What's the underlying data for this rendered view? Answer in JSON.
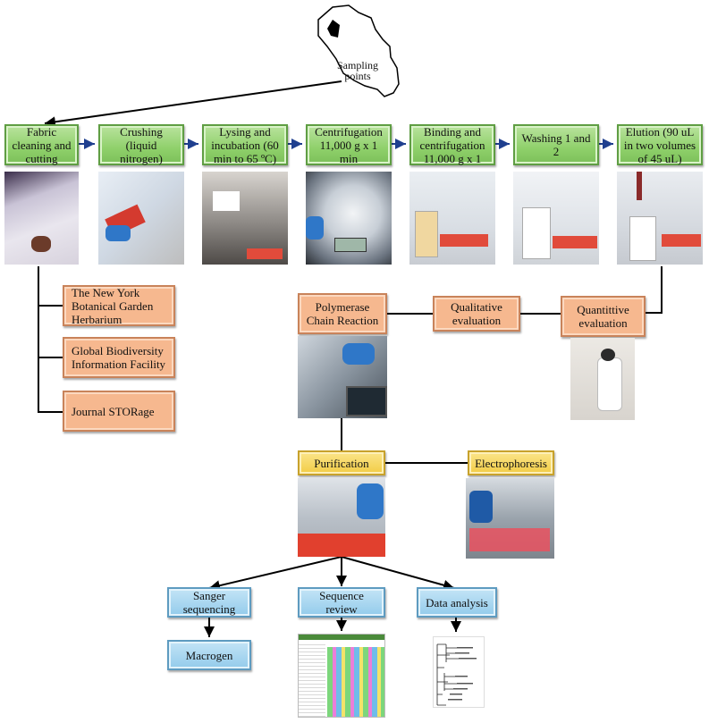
{
  "map": {
    "label": "Sampling points"
  },
  "steps": [
    {
      "label": "Fabric cleaning and cutting"
    },
    {
      "label": "Crushing (liquid nitrogen)"
    },
    {
      "label": "Lysing and incubation (60 min  to 65 ºC)"
    },
    {
      "label": "Centrifugation 11,000  g x 1 min"
    },
    {
      "label": "Binding and centrifugation 11,000  g x 1"
    },
    {
      "label": "Washing 1 and 2"
    },
    {
      "label": "Elution  (90 uL in two volumes of 45 uL)"
    }
  ],
  "repositories": [
    {
      "label": "The New York Botanical Garden Herbarium"
    },
    {
      "label": "Global Biodiversity Information Facility"
    },
    {
      "label": "Journal STORage"
    }
  ],
  "pcr": {
    "label": "Polymerase Chain Reaction"
  },
  "qualitative": {
    "label": "Qualitative evaluation"
  },
  "quantitative": {
    "label": "Quantittive evaluation"
  },
  "purification": {
    "label": "Purification"
  },
  "electrophoresis": {
    "label": "Electrophoresis"
  },
  "sanger": {
    "label": "Sanger sequencing"
  },
  "sequence_review": {
    "label": "Sequence review"
  },
  "data_analysis": {
    "label": "Data analysis"
  },
  "macrogen": {
    "label": "Macrogen"
  },
  "colors": {
    "green": "#8fd06a",
    "salmon": "#f6b88f",
    "yellow": "#f2cc45",
    "blue": "#93cbeb",
    "arrow_blue": "#1f3f8f"
  }
}
